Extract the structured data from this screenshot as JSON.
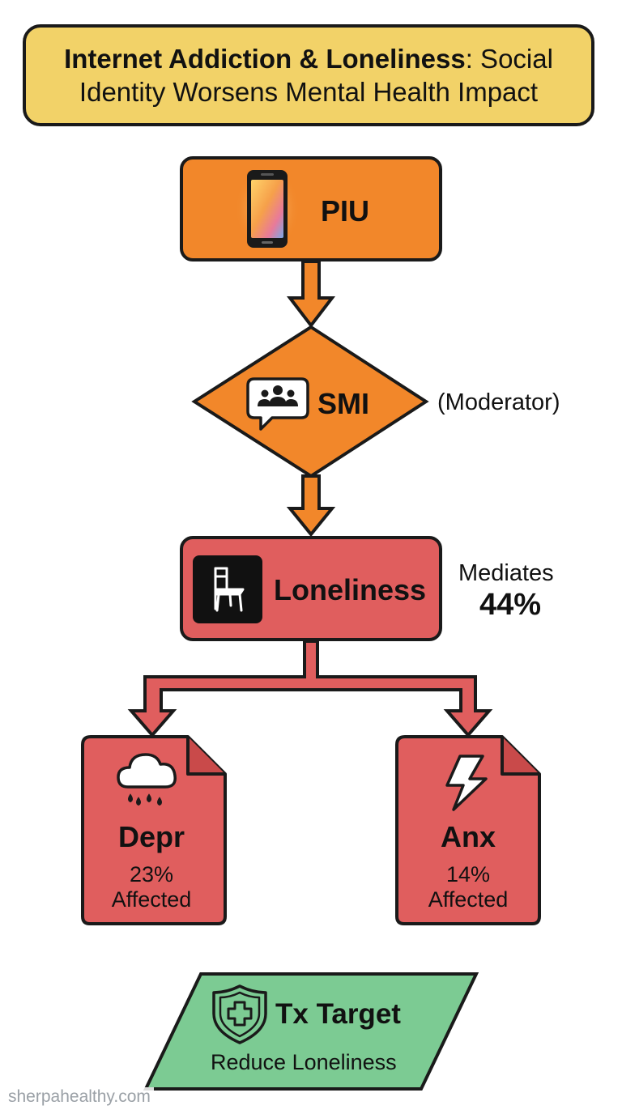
{
  "title": {
    "bold_part": "Internet Addiction & Loneliness",
    "rest_line1": ": Social",
    "line2": "Identity Worsens Mental Health Impact"
  },
  "nodes": {
    "piu": {
      "label": "PIU",
      "icon": "smartphone-icon",
      "color": "#f2872a"
    },
    "smi": {
      "label": "SMI",
      "icon": "chat-group-icon",
      "note": "(Moderator)",
      "color": "#f2872a"
    },
    "loneliness": {
      "label": "Loneliness",
      "icon": "empty-chair-icon",
      "note_label": "Mediates",
      "note_value": "44%",
      "color": "#e05e5e"
    },
    "depression": {
      "label": "Depr",
      "percent": "23%",
      "affected": "Affected",
      "icon": "rain-cloud-icon",
      "color": "#e05e5e"
    },
    "anxiety": {
      "label": "Anx",
      "percent": "14%",
      "affected": "Affected",
      "icon": "lightning-icon",
      "color": "#e05e5e"
    },
    "treatment": {
      "label": "Tx Target",
      "sub": "Reduce Loneliness",
      "icon": "shield-plus-icon",
      "color": "#7ccb93"
    }
  },
  "colors": {
    "title_bg": "#f2d268",
    "orange": "#f2872a",
    "red": "#e05e5e",
    "green": "#7ccb93",
    "outline": "#1a1a1a"
  },
  "watermark": "sherpahealthy.com"
}
